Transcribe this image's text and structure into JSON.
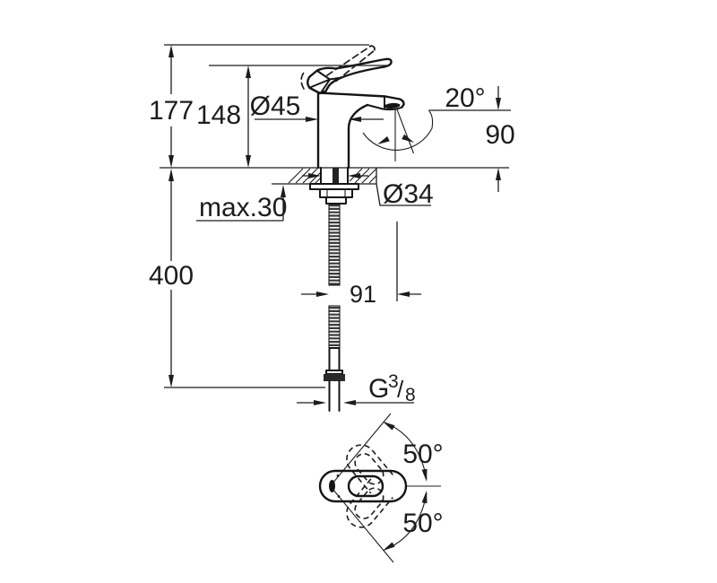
{
  "drawing": {
    "type": "faucet-installation-dimension-drawing",
    "units_implied": "mm",
    "colors": {
      "line": "#1c1c1c",
      "background": "#ffffff"
    },
    "labels": {
      "height_total": "177",
      "height_to_lever": "148",
      "body_diameter": "Ø45",
      "stream_angle": "20°",
      "outlet_height": "90",
      "deck_thickness_max": "max.30",
      "hole_diameter": "Ø34",
      "hose_length": "400",
      "spout_projection": "91",
      "thread_prefix": "G",
      "thread_numerator": "3",
      "thread_slash": "/",
      "thread_denominator": "8",
      "handle_swivel_upper": "50°",
      "handle_swivel_lower": "50°"
    }
  }
}
